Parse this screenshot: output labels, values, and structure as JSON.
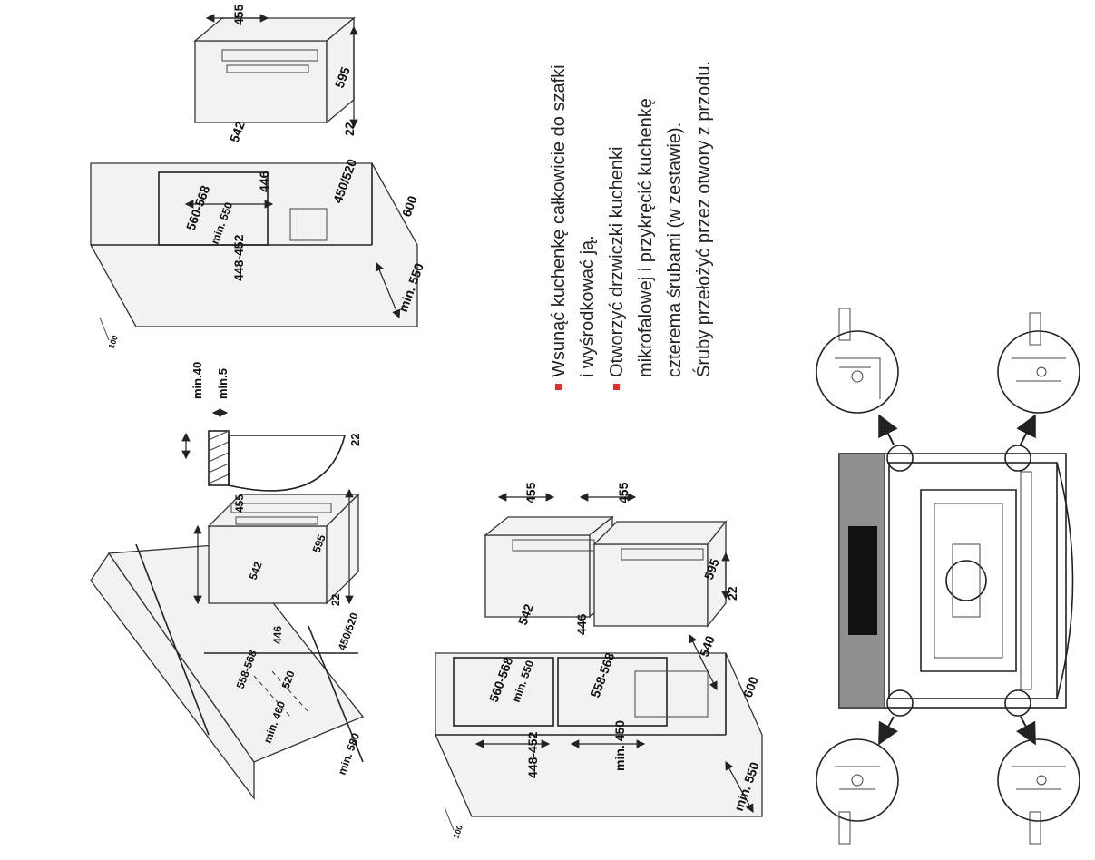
{
  "instructions": [
    {
      "text": "Wsunąć kuchenkę całkowicie do szafki\ni wyśrodkować ją."
    },
    {
      "text": "Otworzyć drzwiczki kuchenki\nmikrofalowej i przykręcić kuchenkę\nczterema śrubami (w zestawie).\nŚruby przełożyć przez otwory z przodu."
    }
  ],
  "dims_wall": {
    "d455": "455",
    "d595": "595",
    "d542": "542",
    "d22": "22",
    "d446": "446",
    "d450_520": "450/520",
    "d558_568": "558-568",
    "d520": "520",
    "dmin460": "min. 460",
    "dmin580": "min. 580"
  },
  "dims_detail": {
    "min40": "min.40",
    "min5": "min.5",
    "d22": "22"
  },
  "dims_tall_top": {
    "d455": "455",
    "d595": "595",
    "d542": "542",
    "d22": "22",
    "d446": "446",
    "d450_520": "450/520",
    "d560_568": "560-568",
    "dmin550": "min. 550",
    "d448_452": "448-452",
    "d600": "600",
    "dmin550b": "min. 550",
    "d100": "100"
  },
  "dims_tall_bottom": {
    "d455a": "455",
    "d455b": "455",
    "d595": "595",
    "d542": "542",
    "d22": "22",
    "d446": "446",
    "d540": "540",
    "d560_568": "560-568",
    "dmin550": "min. 550",
    "d558_568": "558-568",
    "d448_452": "448-452",
    "dmin450": "min. 450",
    "d600": "600",
    "dmin550b": "min. 550",
    "d100": "100"
  },
  "colors": {
    "accent": "#d6302f",
    "line": "#222222",
    "panel": "#8f8f8f",
    "display": "#111111"
  }
}
